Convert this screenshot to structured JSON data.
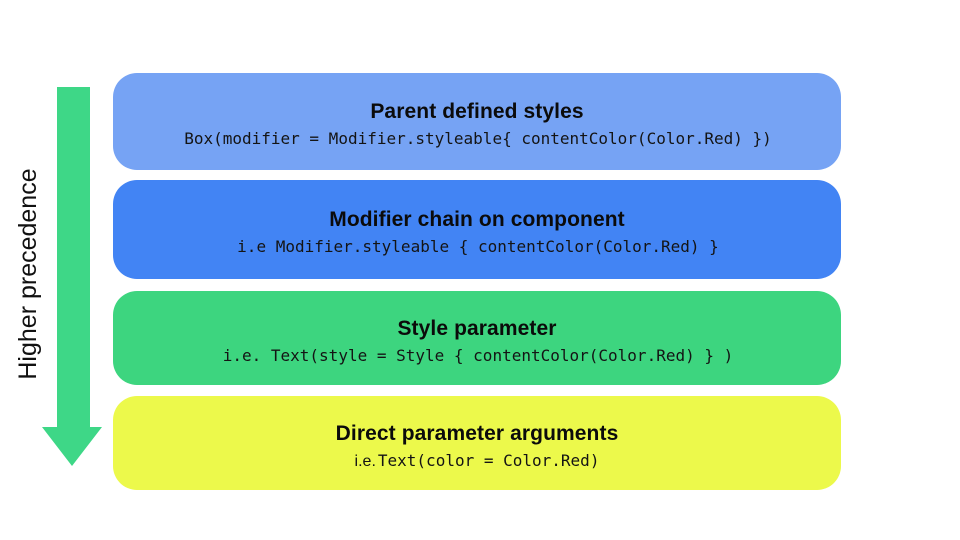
{
  "diagram": {
    "axis_label": "Higher precedence",
    "arrow_color": "#3ED787",
    "boxes": [
      {
        "title": "Parent defined styles",
        "prefix": "",
        "code": "Box(modifier = Modifier.styleable{ contentColor(Color.Red) })",
        "color": "#76A3F4"
      },
      {
        "title": "Modifier chain on component",
        "prefix": "",
        "code": "i.e Modifier.styleable { contentColor(Color.Red) }",
        "color": "#4284F4"
      },
      {
        "title": "Style parameter",
        "prefix": "",
        "code": "i.e. Text(style = Style { contentColor(Color.Red) } )",
        "color": "#3DD57F"
      },
      {
        "title": "Direct parameter arguments",
        "prefix": "i.e.",
        "code": "Text(color = Color.Red)",
        "color": "#ECF94B"
      }
    ]
  }
}
